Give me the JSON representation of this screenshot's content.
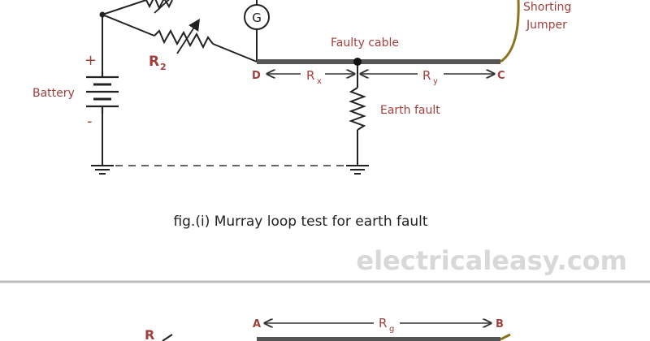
{
  "figure1": {
    "labels": {
      "r2": "R",
      "r2_sub": "2",
      "battery": "Battery",
      "plus": "+",
      "minus": "-",
      "galvanometer": "G",
      "faulty_cable": "Faulty cable",
      "node_d": "D",
      "node_c": "C",
      "rx": "R",
      "rx_sub": "x",
      "ry": "R",
      "ry_sub": "y",
      "earth_fault": "Earth fault",
      "shorting_jumper_line1": "Shorting",
      "shorting_jumper_line2": "Jumper"
    },
    "caption": "fig.(i) Murray loop test for earth fault"
  },
  "watermark": "electricaleasy.com",
  "figure2": {
    "labels": {
      "node_a": "A",
      "node_b": "B",
      "rg": "R",
      "rg_sub": "g",
      "r_partial": "R"
    }
  },
  "colors": {
    "label_brown": "#a0403c",
    "cable": "#555555",
    "jumper": "#8a7420",
    "wire": "#222222",
    "divider": "#bdbdbd",
    "ground_dash": "#666666"
  }
}
